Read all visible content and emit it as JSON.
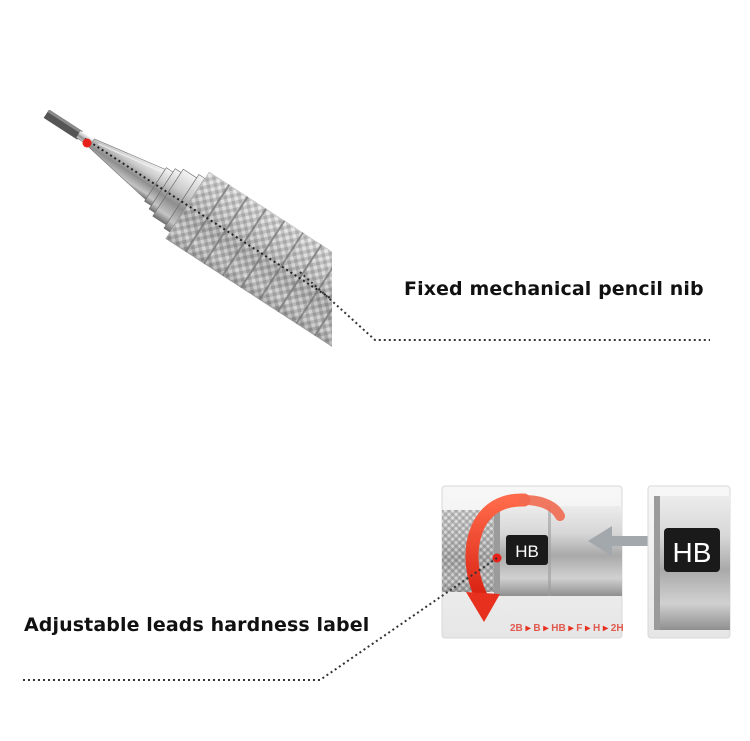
{
  "annotations": {
    "nib": "Fixed mechanical pencil nib",
    "hardness_label": "Adjustable leads hardness label"
  },
  "inset": {
    "window_label": "HB",
    "badge_label": "HB",
    "hardness_scale": [
      "2B",
      "B",
      "HB",
      "F",
      "H",
      "2H"
    ]
  },
  "colors": {
    "arrow_red": "#e8301e",
    "pointer_dot": "#e8201a",
    "hint_arrow": "#9aa0a6",
    "scale_text": "#e05a4e",
    "badge_bg": "#1a1a1a"
  },
  "icons": {
    "rotation_arrow": "curved-rotate-arrow-icon",
    "direction_arrow": "left-arrow-icon"
  }
}
